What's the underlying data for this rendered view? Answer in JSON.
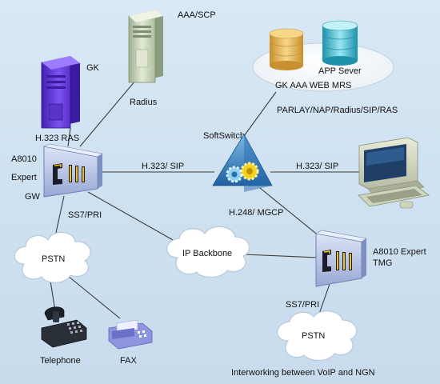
{
  "labels": {
    "aaa_scp": "AAA/SCP",
    "radius": "Radius",
    "gk": "GK",
    "h323_ras": "H.323 RAS",
    "app_server": "APP Sever",
    "server_names": "GK AAA WEB MRS",
    "protocols": "PARLAY/NAP/Radius/SIP/RAS",
    "softswitch": "SoftSwitch",
    "a8010_line1": "A8010",
    "a8010_line2": "Expert",
    "a8010_line3": "GW",
    "link_gw_softswitch": "H.323/ SIP",
    "link_softswitch_pc": "H.323/ SIP",
    "h248_mgcp": "H.248/ MGCP",
    "ss7_pri_left": "SS7/PRI",
    "ip_backbone": "IP Backbone",
    "tmg_line1": "A8010 Expert",
    "tmg_line2": "TMG",
    "pstn_left": "PSTN",
    "pstn_right": "PSTN",
    "ss7_pri_right": "SS7/PRI",
    "telephone": "Telephone",
    "fax": "FAX",
    "caption": "Interworking between VoIP and NGN"
  },
  "colors": {
    "background": "#d4e5f3",
    "gateway_face": "#b9c6e8",
    "gateway_slot": "#f1c500",
    "softswitch": "#3e86c8",
    "gk_server": "#6a3fd8",
    "aaa_server": "#c9d6b6",
    "db_gold": "#e4b85a",
    "db_cyan": "#48c2d6",
    "cloud": "#ffffff"
  },
  "icons": {
    "gk": "server-tower-icon",
    "aaa_scp": "server-tower-icon",
    "app_server": "database-cylinder-icon",
    "softswitch": "gears-pyramid-icon",
    "gateway": "gateway-box-icon",
    "pc": "desktop-computer-icon",
    "telephone": "telephone-icon",
    "fax": "fax-icon",
    "cloud": "cloud-icon"
  }
}
